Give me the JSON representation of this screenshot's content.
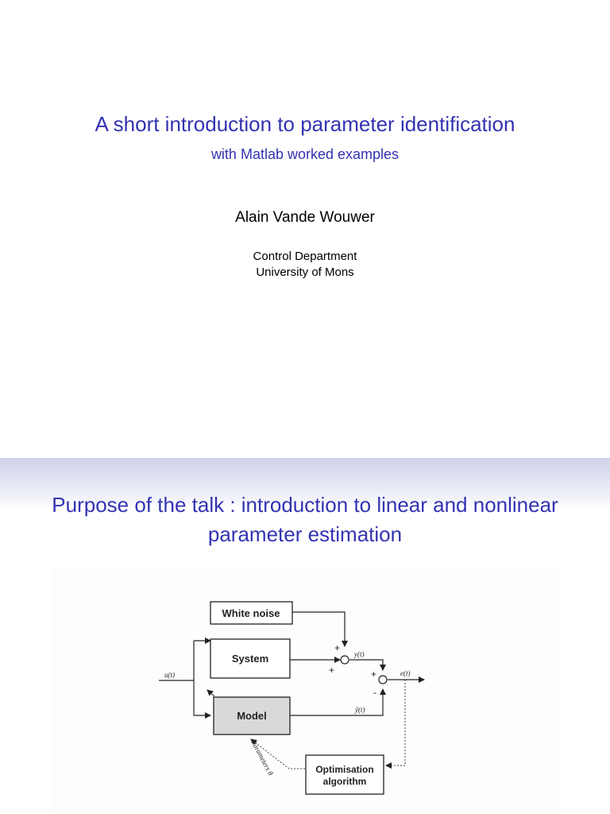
{
  "theme": {
    "accent": "#3333b2",
    "text": "#000000",
    "model_fill": "#d9d9d9"
  },
  "slide1": {
    "title": "A short introduction to parameter identification",
    "subtitle": "with Matlab worked examples",
    "author": "Alain Vande Wouwer",
    "institute_line1": "Control Department",
    "institute_line2": "University of Mons"
  },
  "slide2": {
    "title_line1": "Purpose of the talk : introduction to linear and nonlinear",
    "title_line2": "parameter estimation",
    "diagram": {
      "white_noise": "White noise",
      "system": "System",
      "model": "Model",
      "optimisation_line1": "Optimisation",
      "optimisation_line2": "algorithm",
      "input": "u(t)",
      "output": "y(t)",
      "model_output": "ŷ(t)",
      "error": "e(t)",
      "parameters": "Parameters θ",
      "plus": "+",
      "minus": "-"
    }
  }
}
